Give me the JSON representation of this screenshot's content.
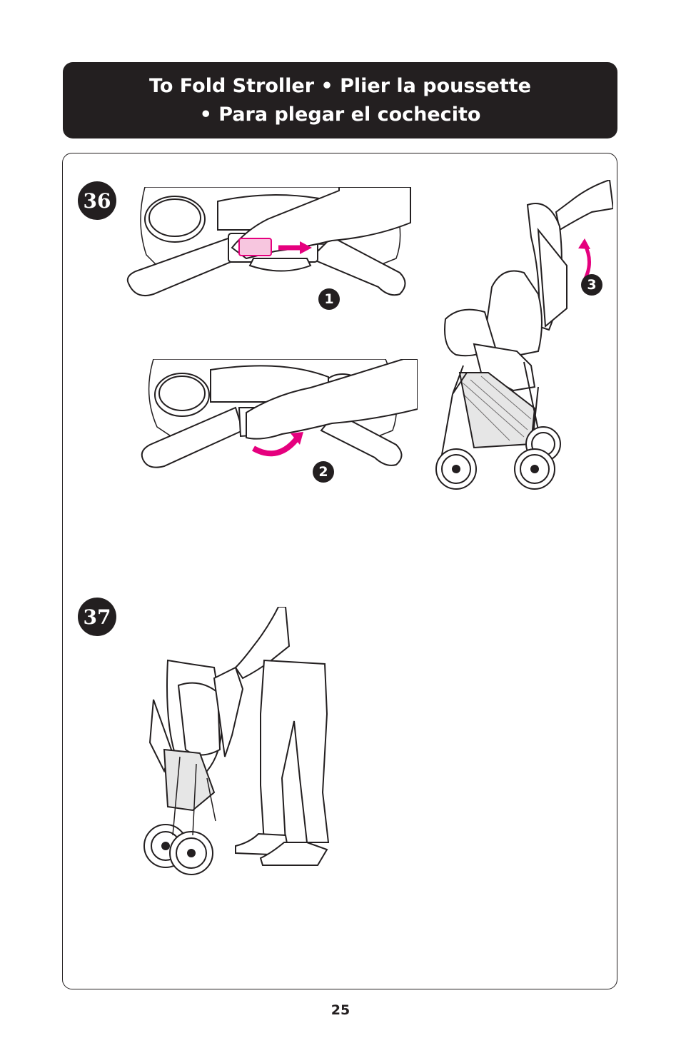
{
  "header": {
    "line1": "To Fold Stroller  •  Plier la poussette",
    "line2": "•  Para plegar el cochecito"
  },
  "steps": [
    {
      "number": "36",
      "substeps": [
        "1",
        "2",
        "3"
      ]
    },
    {
      "number": "37"
    }
  ],
  "colors": {
    "header_bg": "#231f20",
    "accent_arrow": "#e5007e",
    "line": "#231f20"
  },
  "illustrations": [
    "handle-release-button-icon",
    "handle-twist-icon",
    "stroller-lift-icon",
    "folded-stroller-carry-icon"
  ],
  "page_number": "25"
}
